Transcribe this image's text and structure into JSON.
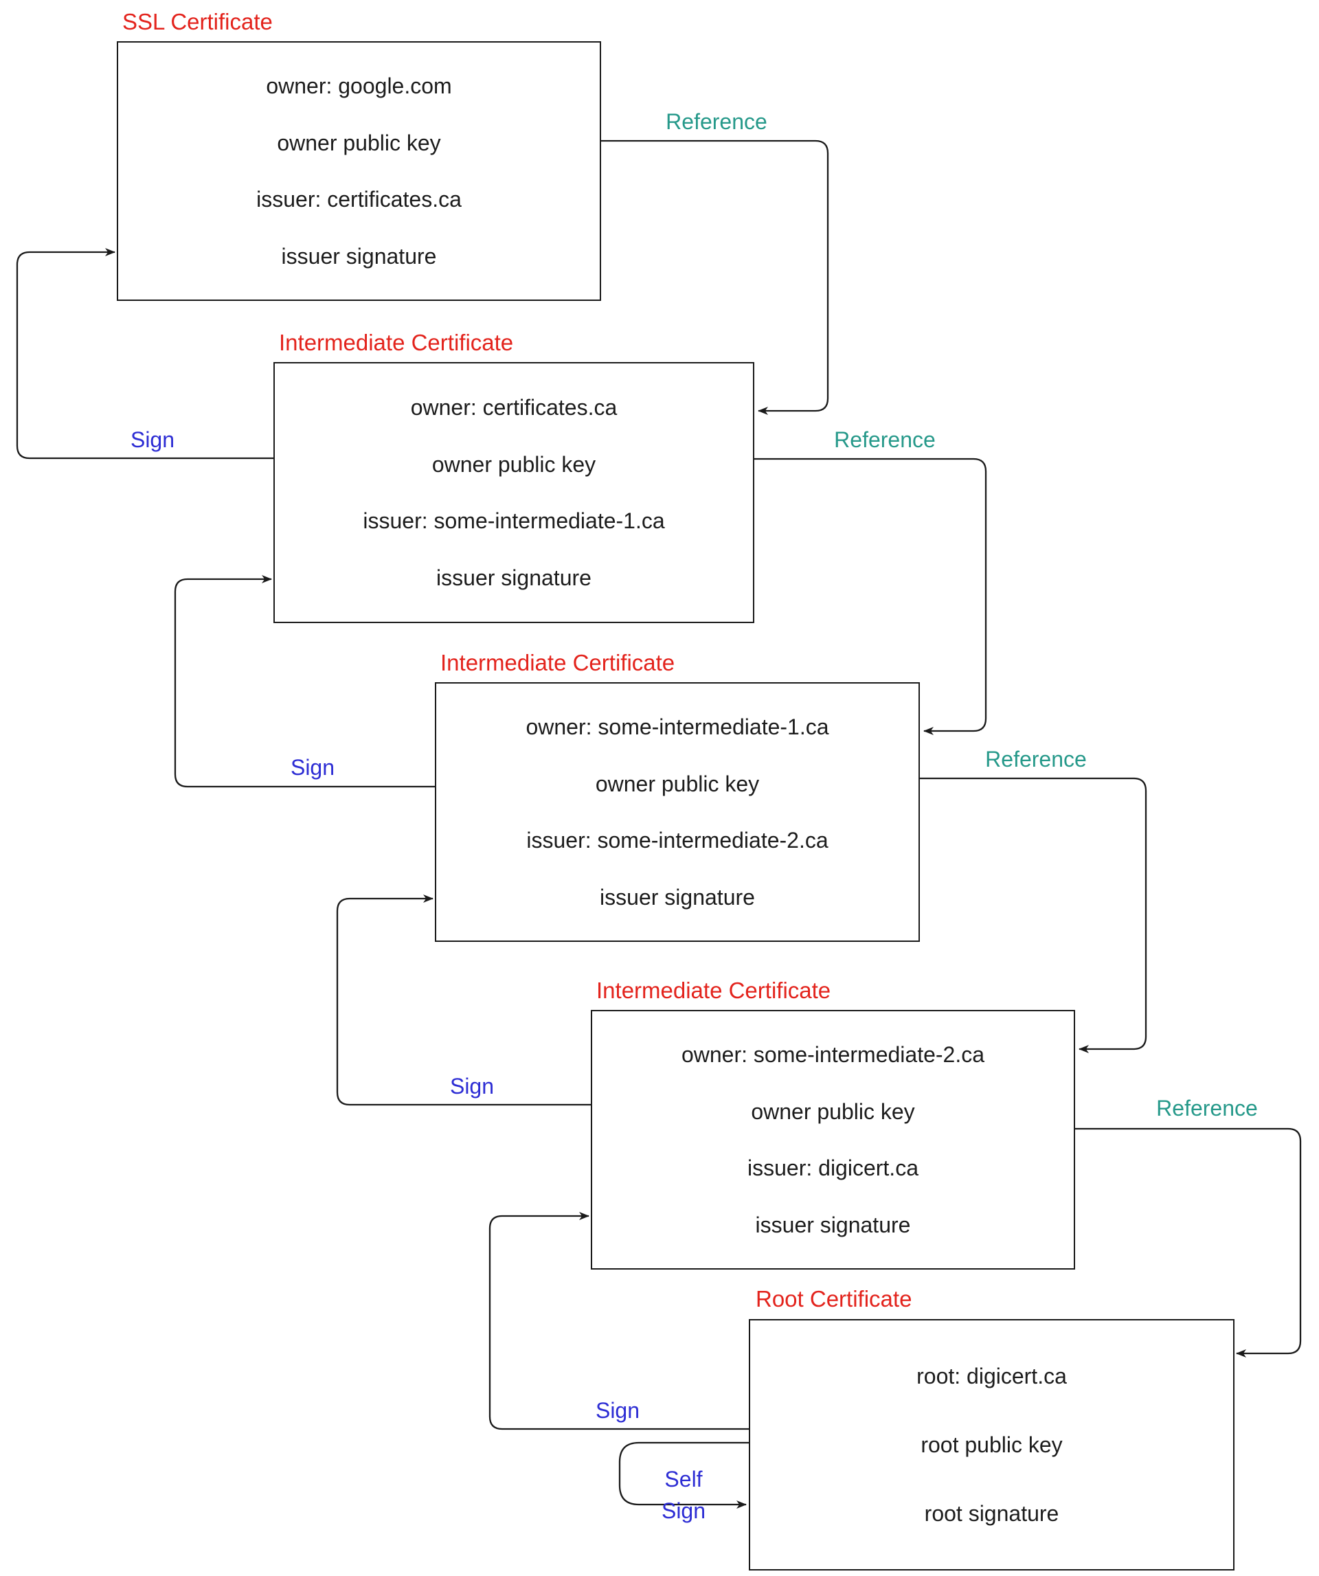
{
  "diagram": {
    "certificates": [
      {
        "title": "SSL Certificate",
        "fields": [
          "owner: google.com",
          "owner public key",
          "issuer: certificates.ca",
          "issuer signature"
        ]
      },
      {
        "title": "Intermediate Certificate",
        "fields": [
          "owner: certificates.ca",
          "owner public key",
          "issuer: some-intermediate-1.ca",
          "issuer signature"
        ]
      },
      {
        "title": "Intermediate Certificate",
        "fields": [
          "owner: some-intermediate-1.ca",
          "owner public key",
          "issuer: some-intermediate-2.ca",
          "issuer signature"
        ]
      },
      {
        "title": "Intermediate Certificate",
        "fields": [
          "owner: some-intermediate-2.ca",
          "owner public key",
          "issuer: digicert.ca",
          "issuer signature"
        ]
      },
      {
        "title": "Root Certificate",
        "fields": [
          "root: digicert.ca",
          "root public key",
          "root signature"
        ]
      }
    ],
    "edge_labels": {
      "reference": [
        "Reference",
        "Reference",
        "Reference",
        "Reference"
      ],
      "sign": [
        "Sign",
        "Sign",
        "Sign",
        "Sign"
      ],
      "self_sign": [
        "Self",
        "Sign"
      ]
    },
    "colors": {
      "title": "#e3231c",
      "reference": "#26998a",
      "sign": "#2d2dd4",
      "line": "#1a1a1a",
      "text": "#1c1c1c"
    }
  }
}
